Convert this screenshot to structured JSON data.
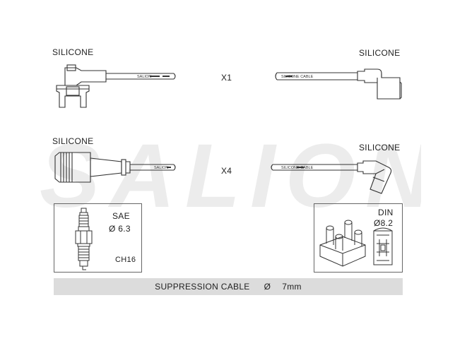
{
  "colors": {
    "line": "#333333",
    "watermark": "#ececec",
    "bar": "#dcdcdc"
  },
  "brand_watermark": "SALION",
  "row1": {
    "left_label": "SILICONE",
    "right_label": "SILICONE",
    "quantity": "X1",
    "left_cable_print": "SALION",
    "right_cable_print": "SILICONE CABLE"
  },
  "row2": {
    "left_label": "SILICONE",
    "right_label": "SILICONE",
    "quantity": "X4",
    "left_cable_print": "SALION",
    "right_cable_print": "SILICONE CABLE"
  },
  "plug_box": {
    "standard": "SAE",
    "diameter": "Ø 6.3",
    "code": "CH16"
  },
  "coil_box": {
    "standard": "DIN",
    "diameter": "Ø8.2"
  },
  "footer": {
    "label": "SUPPRESSION CABLE",
    "diameter_symbol": "Ø",
    "size": "7mm"
  }
}
